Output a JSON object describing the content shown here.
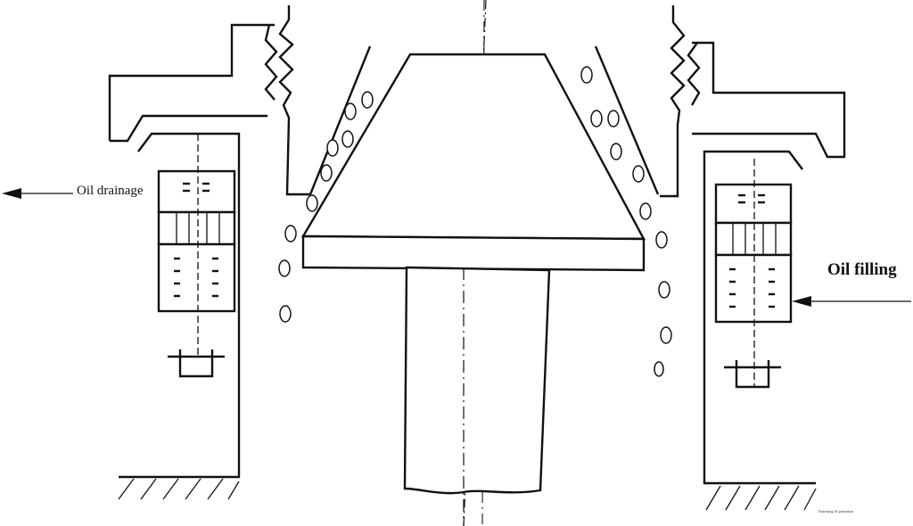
{
  "labels": {
    "oil_drainage": "Oil drainage",
    "oil_filling": "Oil filling",
    "watermark": "Dunchang AI generation"
  },
  "colors": {
    "line": "#111111",
    "background": "#ffffff"
  }
}
